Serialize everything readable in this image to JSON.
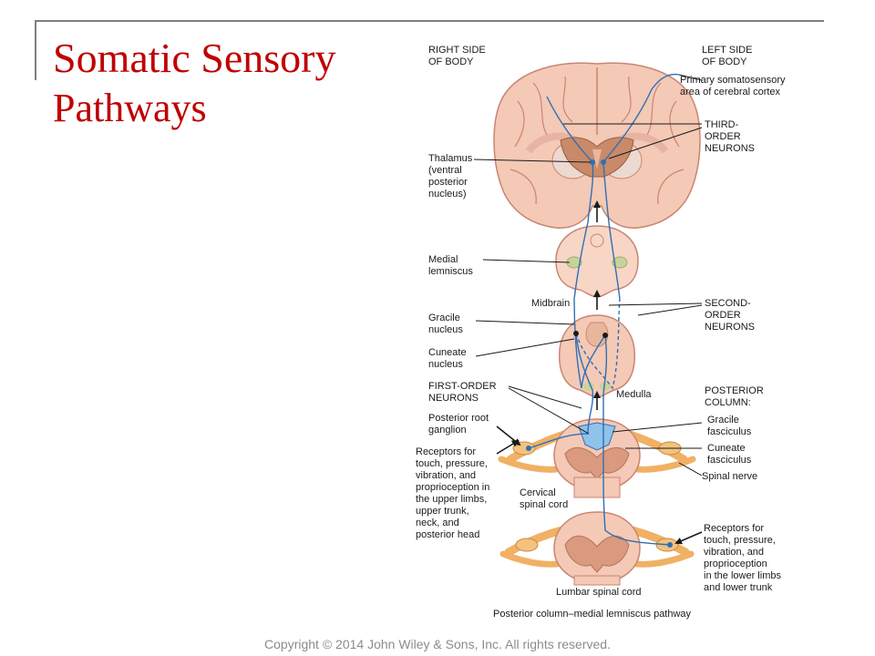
{
  "slide": {
    "title_line1": "Somatic Sensory",
    "title_line2": "Pathways",
    "copyright": "Copyright © 2014 John Wiley & Sons, Inc. All rights reserved."
  },
  "figure": {
    "right_side": [
      "RIGHT SIDE",
      "OF BODY"
    ],
    "left_side": [
      "LEFT SIDE",
      "OF BODY"
    ],
    "cortex": [
      "Primary somatosensory",
      "area of cerebral cortex"
    ],
    "third_order": [
      "THIRD-",
      "ORDER",
      "NEURONS"
    ],
    "thalamus": [
      "Thalamus",
      "(ventral",
      "posterior",
      "nucleus)"
    ],
    "medial_lemniscus": [
      "Medial",
      "lemniscus"
    ],
    "midbrain": "Midbrain",
    "second_order": [
      "SECOND-",
      "ORDER",
      "NEURONS"
    ],
    "gracile_nucleus": [
      "Gracile",
      "nucleus"
    ],
    "cuneate_nucleus": [
      "Cuneate",
      "nucleus"
    ],
    "first_order": [
      "FIRST-ORDER",
      "NEURONS"
    ],
    "medulla": "Medulla",
    "posterior_column": [
      "POSTERIOR",
      "COLUMN:"
    ],
    "gracile_fasciculus": [
      "Gracile",
      "fasciculus"
    ],
    "posterior_root_ganglion": [
      "Posterior root",
      "ganglion"
    ],
    "cuneate_fasciculus": [
      "Cuneate",
      "fasciculus"
    ],
    "receptors_upper": [
      "Receptors for",
      "touch, pressure,",
      "vibration, and",
      "proprioception in",
      "the upper limbs,",
      "upper trunk,",
      "neck, and",
      "posterior head"
    ],
    "spinal_nerve": "Spinal nerve",
    "cervical": [
      "Cervical",
      "spinal cord"
    ],
    "receptors_lower": [
      "Receptors for",
      "touch, pressure,",
      "vibration, and",
      "proprioception",
      "in the lower limbs",
      "and lower trunk"
    ],
    "lumbar": "Lumbar spinal cord",
    "caption": "Posterior column–medial lemniscus pathway"
  },
  "colors": {
    "title": "#c00000",
    "tissue": "#f4c9b6",
    "tissue_outline": "#c98572",
    "pathway": "#2f6fb5",
    "nerve": "#f0b165"
  }
}
